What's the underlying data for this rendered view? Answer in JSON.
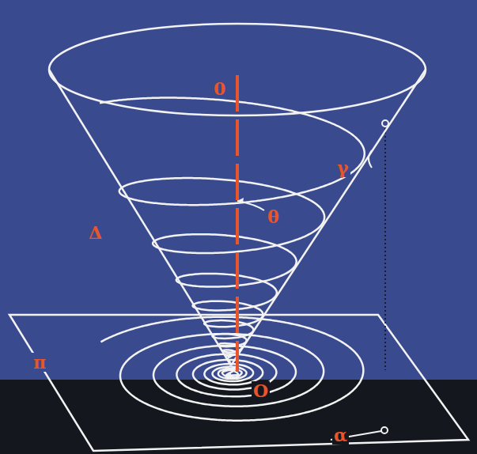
{
  "diagram": {
    "labels": [
      "0",
      "γ",
      "θ",
      "Δ",
      "π",
      "O",
      "α"
    ]
  }
}
